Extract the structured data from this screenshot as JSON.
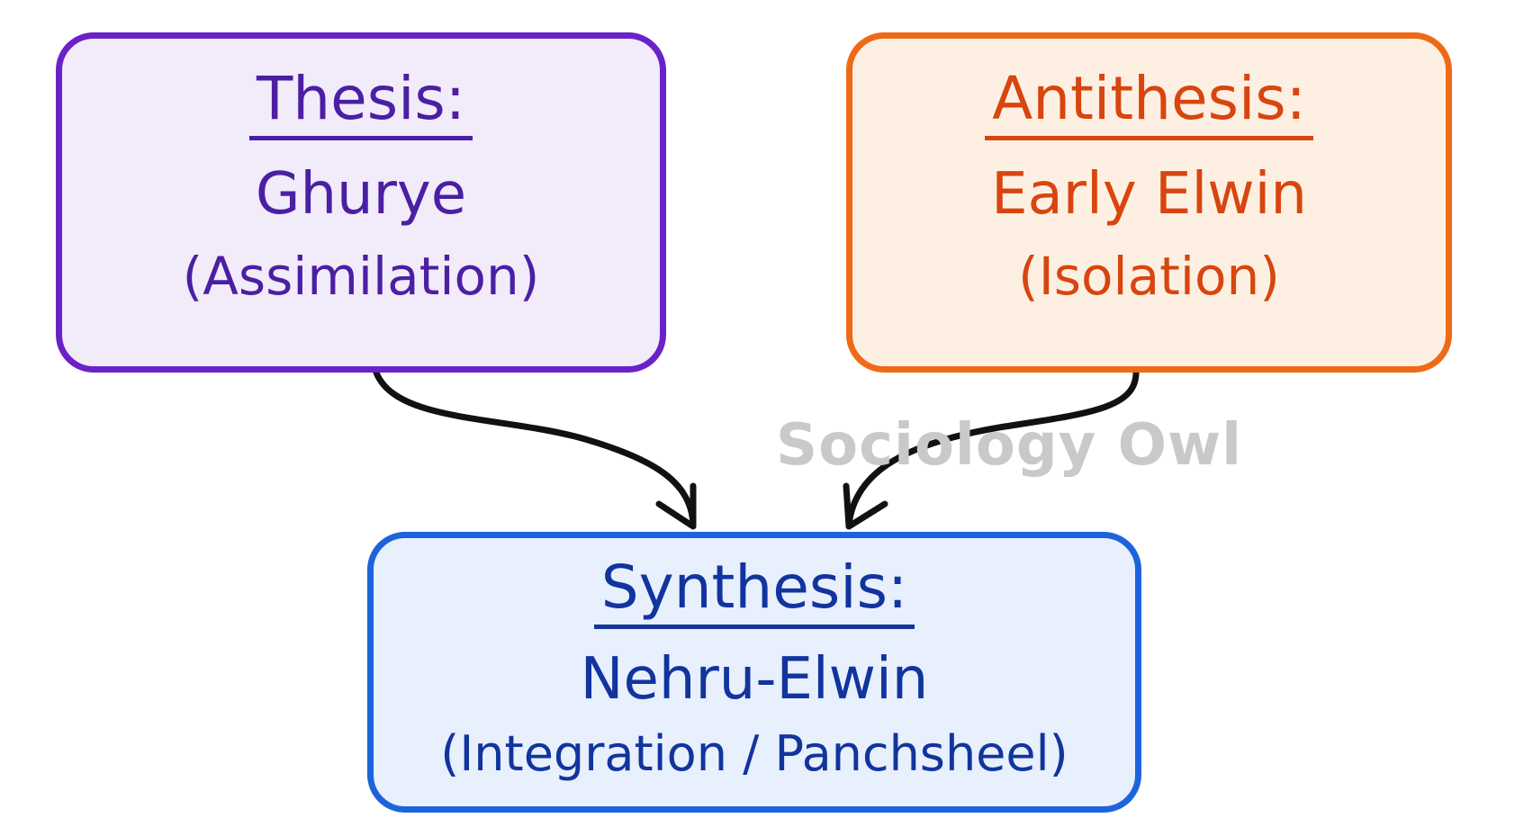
{
  "thesis": {
    "heading": "Thesis:",
    "name": "Ghurye",
    "description": "(Assimilation)"
  },
  "antithesis": {
    "heading": "Antithesis:",
    "name": "Early Elwin",
    "description": "(Isolation)"
  },
  "synthesis": {
    "heading": "Synthesis:",
    "name": "Nehru-Elwin",
    "description": "(Integration / Panchsheel)"
  },
  "watermark": "Sociology Owl",
  "colors": {
    "thesis": "#6a22c8",
    "antithesis": "#ef6a16",
    "synthesis": "#1d64dc",
    "arrow": "#111111"
  }
}
